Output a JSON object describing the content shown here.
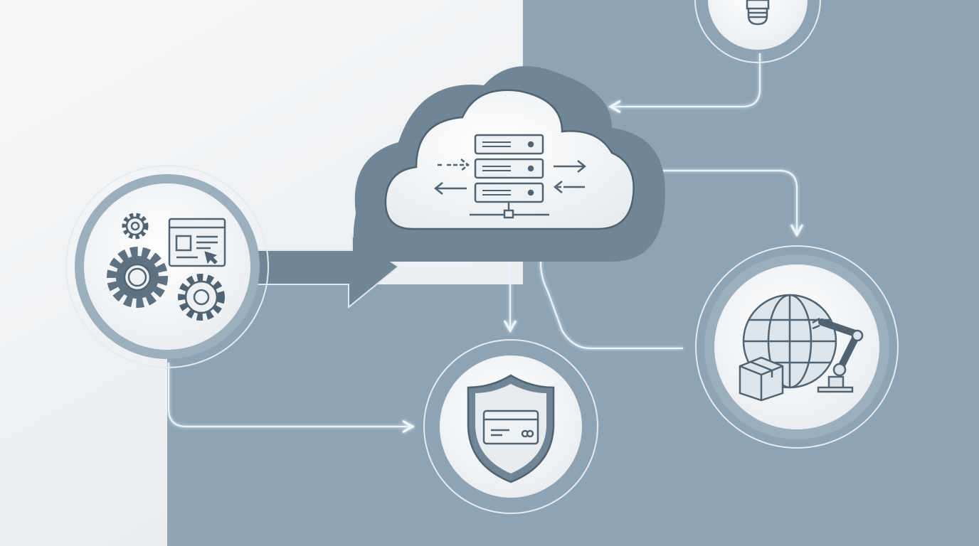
{
  "colors": {
    "background_light": "#eef1f4",
    "background_blue": "#8ea4b4",
    "cloud_shadow": "#6f8696",
    "icon_stroke": "#4f6372",
    "connector": "#e9f3fb",
    "circle_fill": "#f3f5f7"
  },
  "nodes": [
    {
      "id": "automation",
      "icon": "gears-browser-icon"
    },
    {
      "id": "cloud",
      "icon": "server-cloud-icon"
    },
    {
      "id": "security",
      "icon": "shield-card-icon"
    },
    {
      "id": "logistics",
      "icon": "globe-robot-box-icon"
    },
    {
      "id": "idea",
      "icon": "lightbulb-icon"
    }
  ]
}
